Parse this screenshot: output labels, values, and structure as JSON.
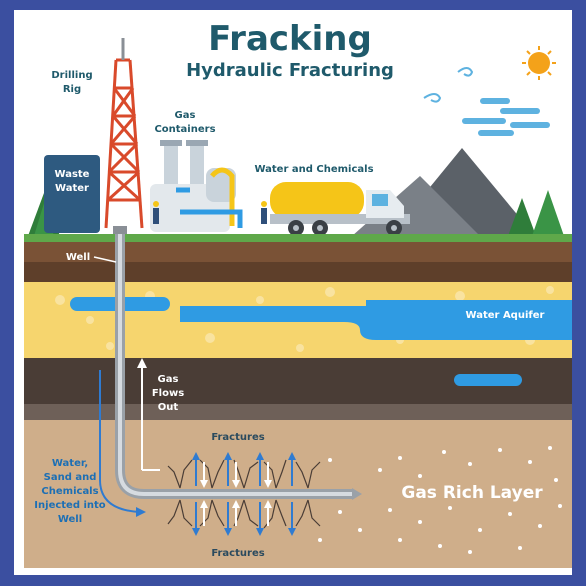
{
  "title": "Fracking",
  "subtitle": "Hydraulic Fracturing",
  "labels": {
    "drilling_rig": [
      "Drilling",
      "Rig"
    ],
    "gas_containers": [
      "Gas",
      "Containers"
    ],
    "water_chemicals": "Water and Chemicals",
    "waste_water": [
      "Waste",
      "Water"
    ],
    "well": "Well",
    "water_aquifer": "Water Aquifer",
    "gas_flows_out": [
      "Gas",
      "Flows",
      "Out"
    ],
    "fractures_top": "Fractures",
    "fractures_bottom": "Fractures",
    "injected": [
      "Water,",
      "Sand and",
      "Chemicals",
      "Injected into",
      "Well"
    ],
    "gas_rich_layer": "Gas Rich Layer"
  },
  "colors": {
    "border": "#3b4fa0",
    "sky": "#ffffff",
    "grass": "#5fa84a",
    "soil_top": "#7a5236",
    "sand": "#f6d56e",
    "water": "#2f9be3",
    "dark_rock": "#4a3d36",
    "gas_layer": "#cfae8a",
    "title": "#1f5a6b",
    "rig": "#d94a2b",
    "truck_tank": "#f5c518"
  }
}
